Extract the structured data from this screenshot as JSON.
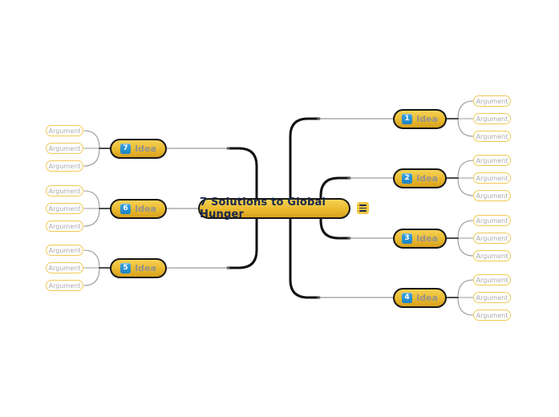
{
  "center": {
    "title": "7 Solutions to Global Hunger",
    "menu_icon": "hamburger-icon"
  },
  "right_branches": [
    {
      "number": "1",
      "label": "Idea",
      "arguments": [
        "Argument",
        "Argument",
        "Argument"
      ]
    },
    {
      "number": "2",
      "label": "Idea",
      "arguments": [
        "Argument",
        "Argument",
        "Argument"
      ]
    },
    {
      "number": "3",
      "label": "Idea",
      "arguments": [
        "Argument",
        "Argument",
        "Argument"
      ]
    },
    {
      "number": "4",
      "label": "Idea",
      "arguments": [
        "Argument",
        "Argument",
        "Argument"
      ]
    }
  ],
  "left_branches": [
    {
      "number": "7",
      "label": "Idea",
      "arguments": [
        "Argument",
        "Argument",
        "Argument"
      ]
    },
    {
      "number": "6",
      "label": "Idea",
      "arguments": [
        "Argument",
        "Argument",
        "Argument"
      ]
    },
    {
      "number": "5",
      "label": "Idea",
      "arguments": [
        "Argument",
        "Argument",
        "Argument"
      ]
    }
  ],
  "colors": {
    "node_fill_top": "#f6d254",
    "node_fill_bottom": "#d7a01e",
    "node_border": "#161616",
    "badge_blue": "#2191d0",
    "title_text": "#1b2a50",
    "idea_text": "#97948c",
    "argument_text": "#ababab",
    "argument_border": "#f0ca56",
    "branch_line": "#101010",
    "stub_line": "#4d4d4d",
    "sub_line": "#9a9a9a"
  }
}
